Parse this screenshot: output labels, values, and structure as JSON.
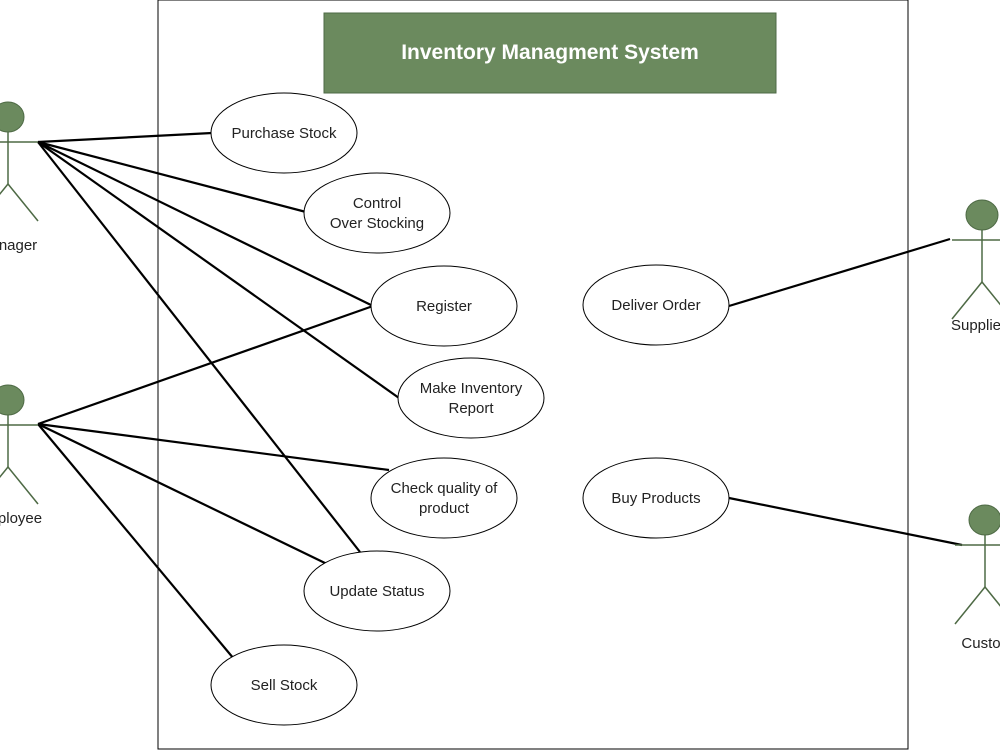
{
  "colors": {
    "title_fill": "#6b8a5e",
    "title_text": "#ffffff",
    "actor_fill": "#6b8a5e",
    "actor_stroke": "#4e6a45",
    "line": "#000000"
  },
  "system": {
    "title": "Inventory Managment System"
  },
  "actors": [
    {
      "id": "manager",
      "label": "nager"
    },
    {
      "id": "employee",
      "label": "ployee"
    },
    {
      "id": "supplier",
      "label": "Supplie"
    },
    {
      "id": "customer",
      "label": "Custo"
    }
  ],
  "use_cases": [
    {
      "id": "purchase-stock",
      "lines": [
        "Purchase Stock"
      ]
    },
    {
      "id": "control-stocking",
      "lines": [
        "Control",
        "Over Stocking"
      ]
    },
    {
      "id": "register",
      "lines": [
        "Register"
      ]
    },
    {
      "id": "make-report",
      "lines": [
        "Make Inventory",
        "Report"
      ]
    },
    {
      "id": "check-quality",
      "lines": [
        "Check quality of",
        "product"
      ]
    },
    {
      "id": "update-status",
      "lines": [
        "Update Status"
      ]
    },
    {
      "id": "sell-stock",
      "lines": [
        "Sell Stock"
      ]
    },
    {
      "id": "deliver-order",
      "lines": [
        "Deliver Order"
      ]
    },
    {
      "id": "buy-products",
      "lines": [
        "Buy Products"
      ]
    }
  ],
  "associations": [
    {
      "from": "manager",
      "to": "purchase-stock"
    },
    {
      "from": "manager",
      "to": "control-stocking"
    },
    {
      "from": "manager",
      "to": "register"
    },
    {
      "from": "manager",
      "to": "make-report"
    },
    {
      "from": "manager",
      "to": "update-status"
    },
    {
      "from": "employee",
      "to": "register"
    },
    {
      "from": "employee",
      "to": "check-quality"
    },
    {
      "from": "employee",
      "to": "update-status"
    },
    {
      "from": "employee",
      "to": "sell-stock"
    },
    {
      "from": "supplier",
      "to": "deliver-order"
    },
    {
      "from": "customer",
      "to": "buy-products"
    }
  ]
}
